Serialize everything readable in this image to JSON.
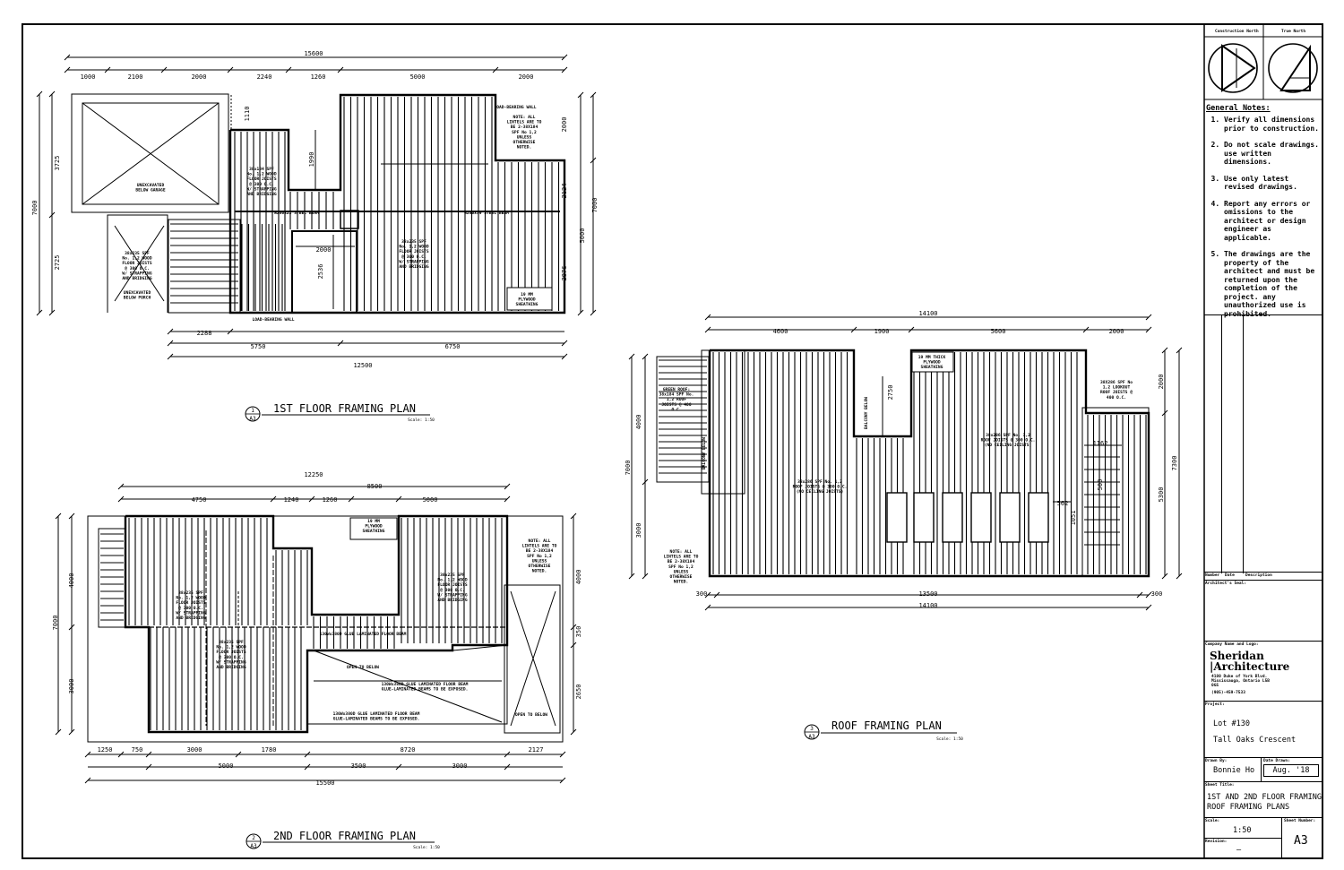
{
  "sheet": {
    "plans": [
      {
        "id": "p1",
        "title": "1ST FLOOR FRAMING PLAN",
        "scale": "Scale: 1:50",
        "detail_number": "1",
        "detail_sheet": "A3",
        "top_dims": [
          "1000",
          "2100",
          "2000",
          "2240",
          "1260",
          "5000",
          "2000"
        ],
        "overall_top": "15600",
        "bottom_dims": [
          "2288",
          "5750",
          "6750"
        ],
        "overall_bottom": "12500",
        "left_dims": [
          "3725",
          "2725"
        ],
        "overall_left": "7000",
        "right_dims": [
          "2000",
          "2124",
          "2876",
          "5000"
        ],
        "overall_right": "7000",
        "inner_dims": [
          "1110",
          "1990",
          "2000",
          "2536"
        ],
        "labels": [
          "UNEXCAVATED BELOW GARAGE",
          "UNEXCAVATED BELOW PORCH",
          "38x184 SPF No. 1,2 WOOD FLOOR JOISTS @ 300 O.C. W/ STRAPPING AND BRIDGING",
          "38x235 SPF No. 1,2 WOOD FLOOR JOISTS @ 300 O.C. W/ STRAPPING AND BRIDGING",
          "38x235 SPF No. 1,2 WOOD FLOOR JOISTS @ 300 O.C. W/ STRAPPING AND BRIDGING",
          "LOAD-BEARING WALL",
          "NOTE: ALL LINTELS ARE TO BE 2-38X184 SPF No 1,2 UNLESS OTHERWISE NOTED.",
          "W250x22 STEEL BEAM",
          "W250x39 STEEL BEAM",
          "19 MM PLYWOOD SHEATHING",
          "LOAD-BEARING WALL"
        ]
      },
      {
        "id": "p2",
        "title": "2ND FLOOR FRAMING PLAN",
        "scale": "Scale: 1:50",
        "detail_number": "2",
        "detail_sheet": "A3",
        "top_dims": [
          "4750",
          "1240",
          "1260",
          "5000",
          "8500"
        ],
        "overall_top": "12250",
        "bottom_dims": [
          "1250",
          "750",
          "3000",
          "1780",
          "8720",
          "2127",
          "5000",
          "3500",
          "3000"
        ],
        "overall_bottom": "15500",
        "left_dims": [
          "4000",
          "3000"
        ],
        "overall_left": "7000",
        "right_dims": [
          "4000",
          "350",
          "2650"
        ],
        "labels": [
          "38x235 SPF No. 1,2 WOOD FLOOR JOISTS @ 300 O.C. W/ STRAPPING AND BRIDGING",
          "38x235 SPF No. 1,2 WOOD FLOOR JOISTS @ 300 O.C. W/ STRAPPING AND BRIDGING",
          "38x235 SPF No. 1,2 WOOD FLOOR JOISTS @ 300 O.C. W/ STRAPPING AND BRIDGING",
          "19 MM PLYWOOD SHEATHING",
          "NOTE: ALL LINTELS ARE TO BE 2-38X184 SPF No 1,2 UNLESS OTHERWISE NOTED.",
          "130Wx380D GLUE LAMINATED FLOOR BEAM",
          "OPEN TO BELOW",
          "130Wx380D GLUE LAMINATED FLOOR BEAM GLUE-LAMINATED BEAMS TO BE EXPOSED.",
          "130Wx380D GLUE LAMINATED FLOOR BEAM GLUE-LAMINATED BEAMS TO BE EXPOSED.",
          "OPEN TO BELOW"
        ]
      },
      {
        "id": "p3",
        "title": "ROOF FRAMING PLAN",
        "scale": "Scale: 1:50",
        "detail_number": "3",
        "detail_sheet": "A3",
        "top_dims": [
          "4600",
          "1900",
          "5600",
          "2000"
        ],
        "overall_top": "14100",
        "bottom_dims": [
          "300",
          "13500",
          "300"
        ],
        "overall_bottom": "14100",
        "left_dims": [
          "4000",
          "3000"
        ],
        "overall_left": "7000",
        "right_dims": [
          "2000",
          "5300"
        ],
        "overall_right": "7300",
        "inner_dims": [
          "2750",
          "1162",
          "500",
          "562",
          "1051"
        ],
        "labels": [
          "GREEN ROOF: 38x184 SPF No. 1,2 ROOF JOISTS @ 400 O.C.",
          "BALCONY BELOW",
          "BALCONY BELOW",
          "19 MM THICK PLYWOOD SHEATHING",
          "38X286 SPF No 1,2 LOOKOUT ROOF JOISTS @ 400 O.C.",
          "38x286 SPF No. 1,2 ROOF JOISTS @ 300 O.C. (NO CEILING JOISTS)",
          "38x286 SPF No. 1,2 ROOF JOISTS @ 300 O.C. (NO CEILING JOISTS)",
          "NOTE: ALL LINTELS ARE TO BE 2-38X184 SPF No 1,2 UNLESS OTHERWISE NOTED."
        ]
      }
    ]
  },
  "title_block": {
    "north": {
      "construction": "Construction North",
      "true": "True North"
    },
    "notes_title": "General Notes:",
    "notes": [
      "Verify all dimensions prior to construction.",
      "Do not scale drawings. use written dimensions.",
      "Use only latest revised drawings.",
      "Report any errors or omissions to the architect or design engineer as applicable.",
      "The drawings are the property of the architect and must be returned upon the completion of the project. any unauthorized use is prohibited."
    ],
    "rev_headers": {
      "number": "Number",
      "date": "Date",
      "description": "Description"
    },
    "architect_seal": "Architect's Seal:",
    "company_label": "Company Name and Logo:",
    "company_name_1": "Sheridan",
    "company_name_2": "|Architecture",
    "company_address": "4180 Duke of York Blvd. Mississauga, Ontario L5B 0G5",
    "company_phone": "(905)-459-7533",
    "project_label": "Project:",
    "project_line1": "Lot #130",
    "project_line2": "Tall Oaks Crescent",
    "drawn_by_label": "Drawn By:",
    "drawn_by": "Bonnie Ho",
    "date_label": "Date Drawn:",
    "date": "Aug. '18",
    "sheet_title_label": "Sheet Title:",
    "sheet_title_1": "1ST AND 2ND FLOOR FRAMING",
    "sheet_title_2": "ROOF FRAMING PLANS",
    "scale_label": "Scale:",
    "scale": "1:50",
    "sheet_number_label": "Sheet Number:",
    "sheet_number": "A3",
    "revision_label": "Revision:",
    "revision": "–"
  }
}
